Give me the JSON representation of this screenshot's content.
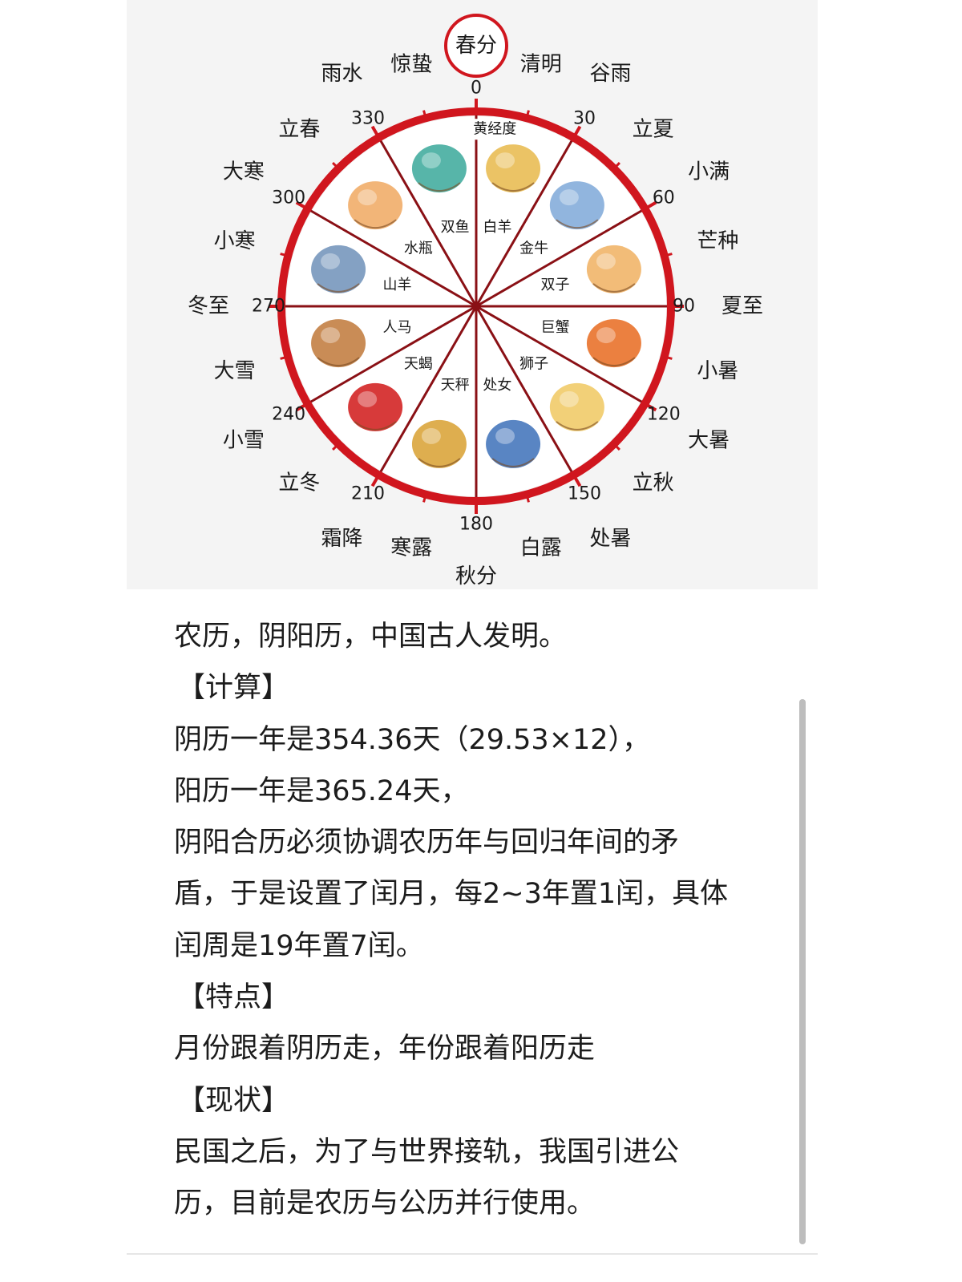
{
  "diagram": {
    "center_label": "黄经度",
    "top_term": "春分",
    "solar_terms": [
      {
        "name": "春分",
        "deg": 0
      },
      {
        "name": "清明",
        "deg": 15
      },
      {
        "name": "谷雨",
        "deg": 30
      },
      {
        "name": "立夏",
        "deg": 45
      },
      {
        "name": "小满",
        "deg": 60
      },
      {
        "name": "芒种",
        "deg": 75
      },
      {
        "name": "夏至",
        "deg": 90
      },
      {
        "name": "小暑",
        "deg": 105
      },
      {
        "name": "大暑",
        "deg": 120
      },
      {
        "name": "立秋",
        "deg": 135
      },
      {
        "name": "处暑",
        "deg": 150
      },
      {
        "name": "白露",
        "deg": 165
      },
      {
        "name": "秋分",
        "deg": 180
      },
      {
        "name": "寒露",
        "deg": 195
      },
      {
        "name": "霜降",
        "deg": 210
      },
      {
        "name": "立冬",
        "deg": 225
      },
      {
        "name": "小雪",
        "deg": 240
      },
      {
        "name": "大雪",
        "deg": 255
      },
      {
        "name": "冬至",
        "deg": 270
      },
      {
        "name": "小寒",
        "deg": 285
      },
      {
        "name": "大寒",
        "deg": 300
      },
      {
        "name": "立春",
        "deg": 315
      },
      {
        "name": "雨水",
        "deg": 330
      },
      {
        "name": "惊蛰",
        "deg": 345
      }
    ],
    "degree_labels": [
      "0",
      "30",
      "60",
      "90",
      "120",
      "150",
      "180",
      "210",
      "240",
      "270",
      "300",
      "330"
    ],
    "zodiac_signs": [
      {
        "name": "白羊",
        "color": "#e8b84a"
      },
      {
        "name": "金牛",
        "color": "#7ea8d8"
      },
      {
        "name": "双子",
        "color": "#f0b060"
      },
      {
        "name": "巨蟹",
        "color": "#e86a1e"
      },
      {
        "name": "狮子",
        "color": "#f0c860"
      },
      {
        "name": "处女",
        "color": "#3c70b8"
      },
      {
        "name": "天秤",
        "color": "#d8a030"
      },
      {
        "name": "天蝎",
        "color": "#d01818"
      },
      {
        "name": "人马",
        "color": "#c07838"
      },
      {
        "name": "山羊",
        "color": "#6e90b8"
      },
      {
        "name": "水瓶",
        "color": "#f0a860"
      },
      {
        "name": "双鱼",
        "color": "#3aa89a"
      }
    ],
    "colors": {
      "wheel": "#d0161e",
      "spoke": "#8a1015",
      "background": "#f4f4f4"
    }
  },
  "article": {
    "lines": [
      {
        "text": "农历，阴阳历，中国古人发明。",
        "heading": false
      },
      {
        "text": "【计算】",
        "heading": true
      },
      {
        "text": "阴历一年是354.36天（29.53×12），",
        "heading": false
      },
      {
        "text": "阳历一年是365.24天，",
        "heading": false
      },
      {
        "text": "阴阳合历必须协调农历年与回归年间的矛",
        "heading": false
      },
      {
        "text": "盾，于是设置了闰月，每2~3年置1闰，具体",
        "heading": false
      },
      {
        "text": "闰周是19年置7闰。",
        "heading": false
      },
      {
        "text": "【特点】",
        "heading": true
      },
      {
        "text": "月份跟着阴历走，年份跟着阳历走",
        "heading": false
      },
      {
        "text": "【现状】",
        "heading": true
      },
      {
        "text": "民国之后，为了与世界接轨，我国引进公",
        "heading": false
      },
      {
        "text": "历，目前是农历与公历并行使用。",
        "heading": false
      }
    ]
  }
}
